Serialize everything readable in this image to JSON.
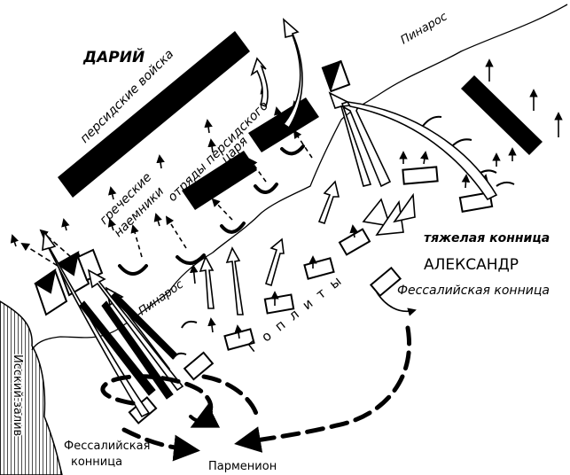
{
  "map": {
    "labels": {
      "darius": "ДАРИЙ",
      "persian_troops": "персидские войска",
      "greek_mercenaries_1": "греческие",
      "greek_mercenaries_2": "наемники",
      "persian_king_units_1": "отряды персидского",
      "persian_king_units_2": "царя",
      "pinaros_top": "Пинарос",
      "pinaros_mid": "Пинарос",
      "heavy_cavalry": "тяжелая конница",
      "alexander": "АЛЕКСАНДР",
      "thessalian_cavalry_right": "Фессалийская конница",
      "hoplites": "Гоплиты",
      "issus_gulf": "Исский залив",
      "thessalian_cavalry_left_1": "Фессалийская",
      "thessalian_cavalry_left_2": "конница",
      "parmenion": "Парменион"
    },
    "colors": {
      "ink": "#000000",
      "paper": "#ffffff"
    }
  }
}
